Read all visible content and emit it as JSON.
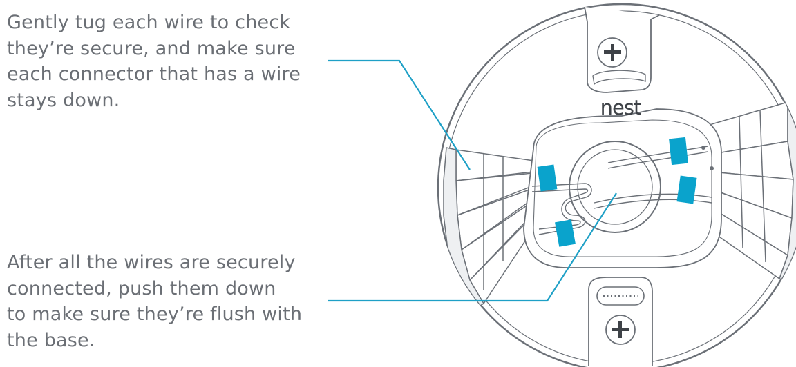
{
  "captions": {
    "top": [
      "Gently tug each wire to check",
      "they’re secure, and make sure",
      "each connector that has a wire",
      "stays down."
    ],
    "bottom": [
      "After all the wires are securely",
      "connected, push them down",
      "to make sure they’re flush with",
      "the base."
    ]
  },
  "device": {
    "brand": "nest"
  },
  "colors": {
    "text": "#6b6f75",
    "line": "#6b7077",
    "accent": "#0aa3cc",
    "callout": "#1ea0c6"
  }
}
